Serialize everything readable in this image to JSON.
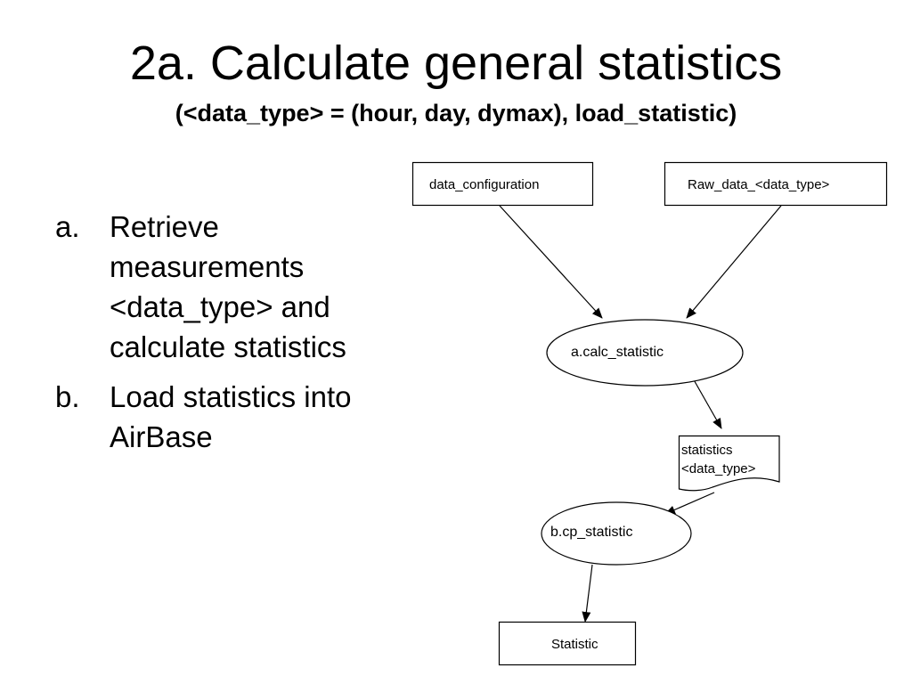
{
  "slide": {
    "title": "2a. Calculate general statistics",
    "subtitle": "(<data_type> = (hour, day, dymax), load_statistic)"
  },
  "steps": [
    {
      "marker": "a.",
      "text": "Retrieve measurements <data_type> and calculate statistics"
    },
    {
      "marker": "b.",
      "text": "Load statistics into AirBase"
    }
  ],
  "diagram": {
    "nodes": {
      "data_configuration": {
        "label": "data_configuration",
        "shape": "rectangle"
      },
      "raw_data": {
        "label": "Raw_data_<data_type>",
        "shape": "rectangle"
      },
      "calc_statistic": {
        "label": "a.calc_statistic",
        "shape": "ellipse"
      },
      "statistics_doc": {
        "label_line1": "statistics",
        "label_line2": "<data_type>",
        "shape": "document"
      },
      "cp_statistic": {
        "label": "b.cp_statistic",
        "shape": "ellipse"
      },
      "statistic": {
        "label": "Statistic",
        "shape": "rectangle"
      }
    },
    "edges": [
      {
        "from": "data_configuration",
        "to": "calc_statistic"
      },
      {
        "from": "raw_data",
        "to": "calc_statistic"
      },
      {
        "from": "calc_statistic",
        "to": "statistics_doc"
      },
      {
        "from": "statistics_doc",
        "to": "cp_statistic"
      },
      {
        "from": "cp_statistic",
        "to": "statistic"
      }
    ]
  }
}
